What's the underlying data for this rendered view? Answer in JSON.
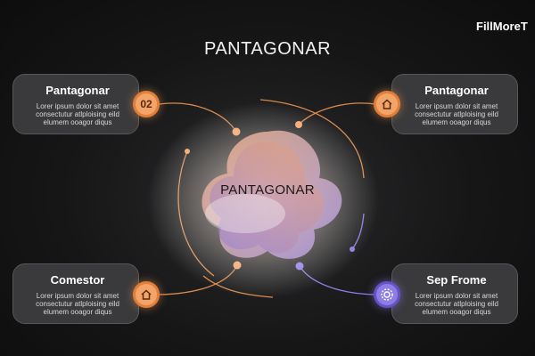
{
  "brand": "FillMoreT",
  "title": "PANTAGONAR",
  "center_label": "PANTAGONAR",
  "cards": [
    {
      "heading": "Pantagonar",
      "body": "Lorer ipsum dolor sit amet consectutur atlploising eild elumem ooagor diqus",
      "badge": "02",
      "badge_icon": "number"
    },
    {
      "heading": "Pantagonar",
      "body": "Lorer ipsum dolor sit amet consectutur atlploising eild elumem ooagor diqus",
      "badge_icon": "house-icon"
    },
    {
      "heading": "Comestor",
      "body": "Lorer ipsum dolor sit amet consectutur atlploising eild elumem ooagor diqus",
      "badge_icon": "house-icon"
    },
    {
      "heading": "Sep Frome",
      "body": "Lorer ipsum dolor sit amet consectutur atlploising eild elumem ooagor diqus",
      "badge_icon": "gear-icon"
    }
  ],
  "colors": {
    "orange": "#f2a469",
    "purple": "#8f7de3",
    "card_bg": "#3a3a3c"
  }
}
